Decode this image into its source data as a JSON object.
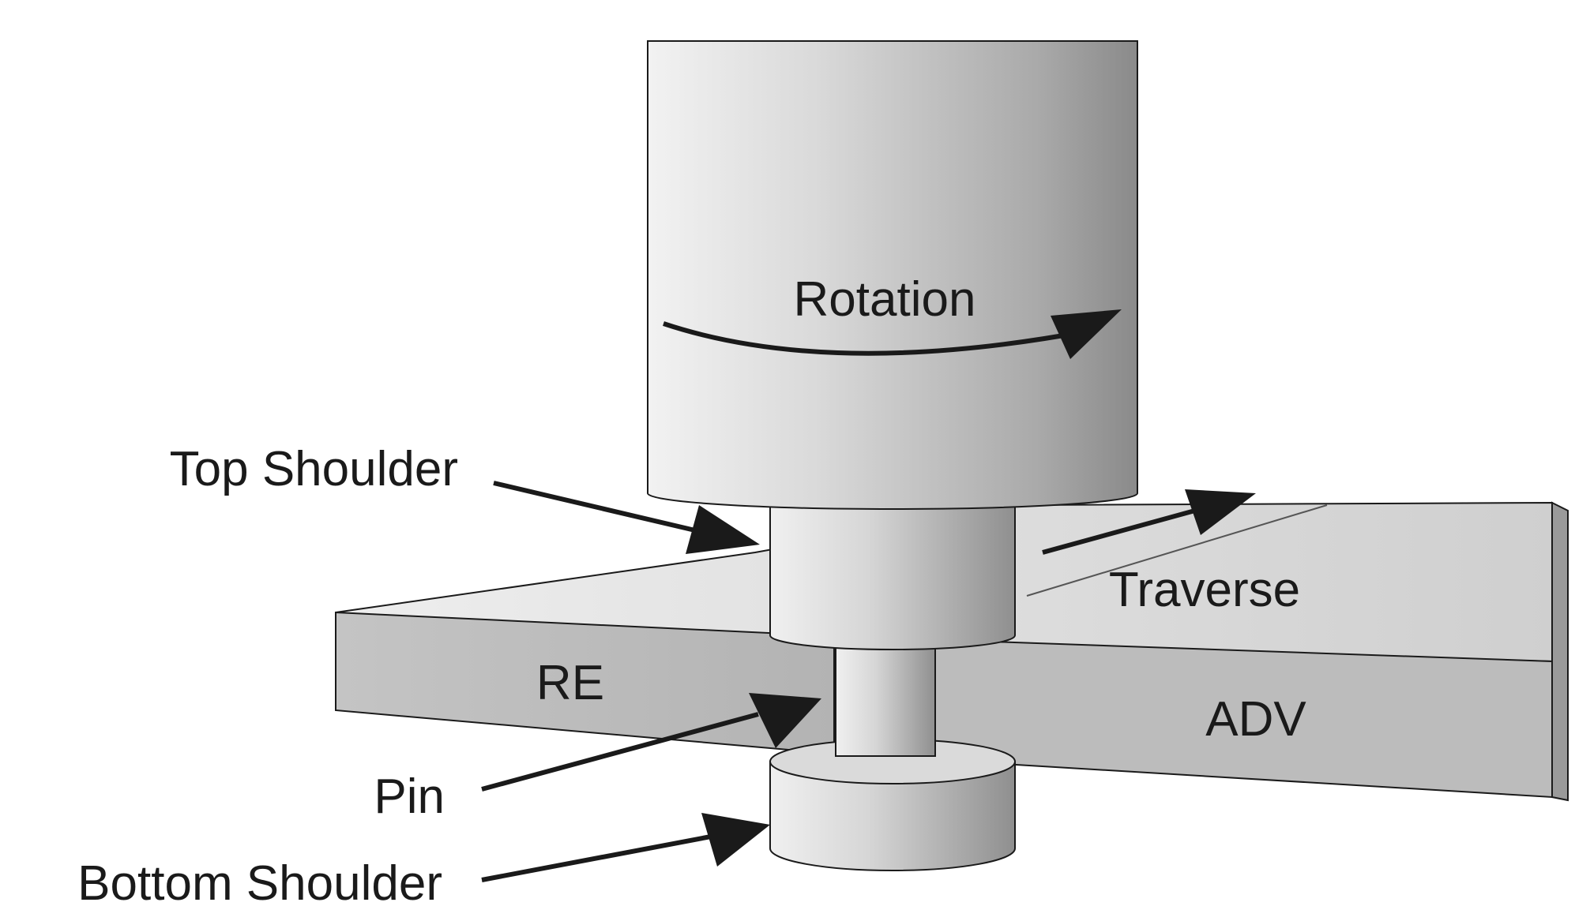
{
  "labels": {
    "rotation": "Rotation",
    "top_shoulder": "Top Shoulder",
    "traverse": "Traverse",
    "re": "RE",
    "adv": "ADV",
    "pin": "Pin",
    "bottom_shoulder": "Bottom Shoulder"
  },
  "colors": {
    "line": "#1a1a1a",
    "plate_top": "#d6d6d6",
    "plate_front": "#bdbdbd",
    "plate_side": "#9a9a9a",
    "cylinder_light": "#ececec",
    "cylinder_dark": "#8a8a8a"
  }
}
